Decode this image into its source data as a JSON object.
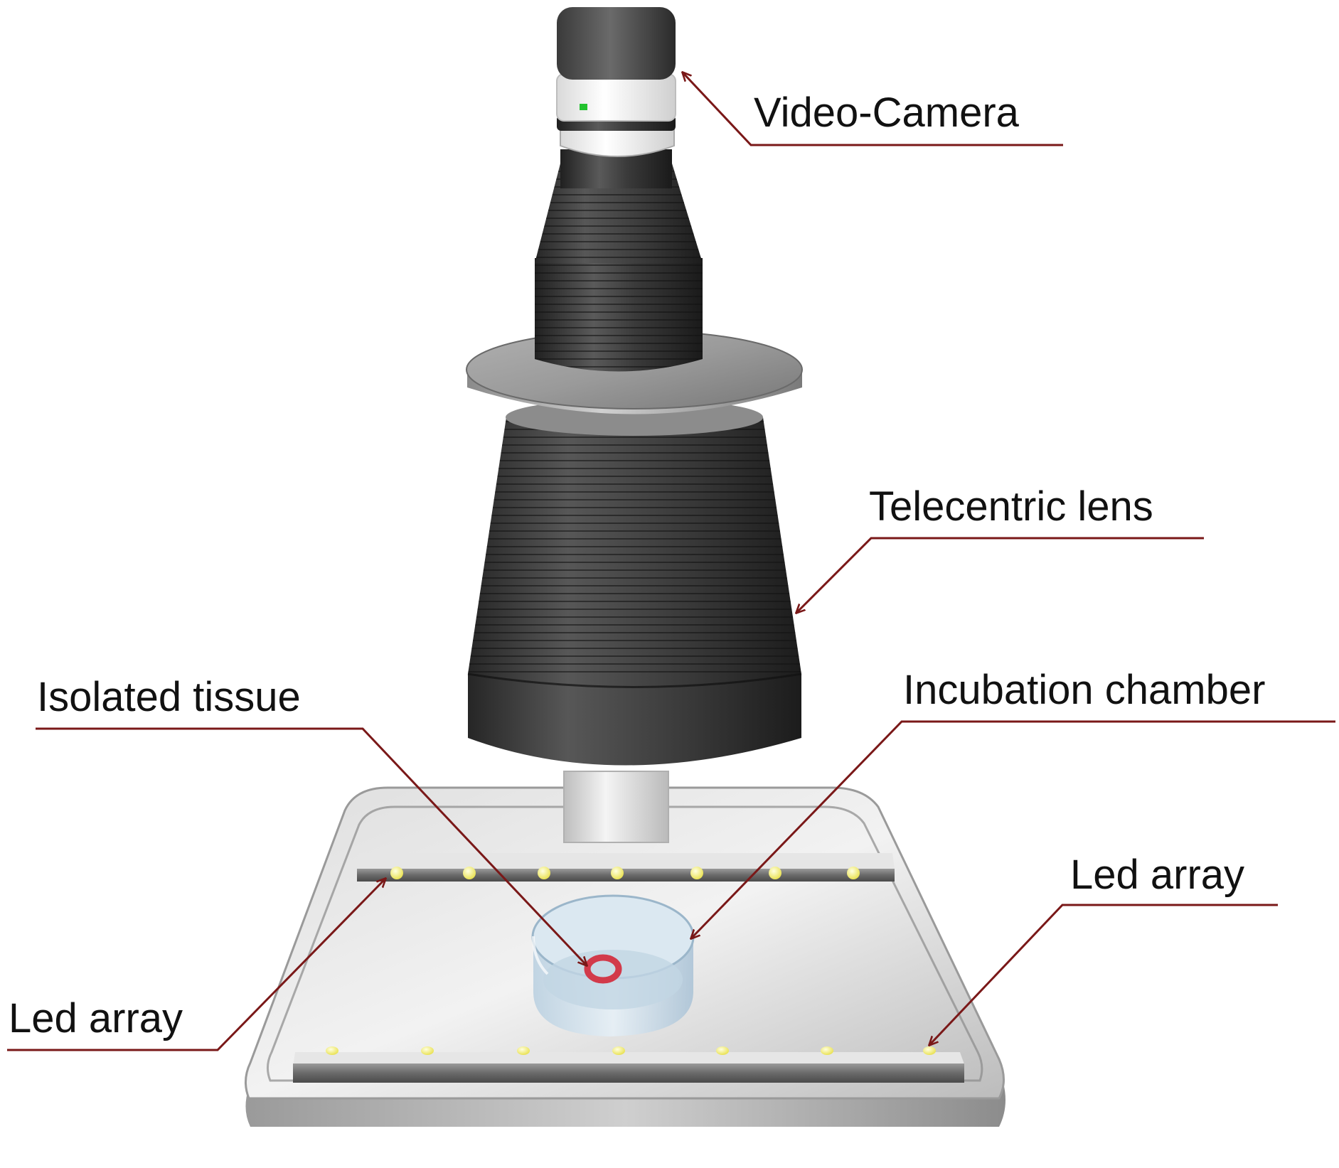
{
  "labels": {
    "video_camera": "Video-Camera",
    "telecentric_lens": "Telecentric lens",
    "isolated_tissue": "Isolated tissue",
    "incubation_chamber": "Incubation chamber",
    "led_array_right": "Led array",
    "led_array_left": "Led array"
  },
  "colors": {
    "leader_line": "#7a1818",
    "camera_indicator": "#22c22e",
    "led": "#f4f07a",
    "tissue_ring": "#d23a4a",
    "lens_body": "#2e2e2e",
    "base_plate": "#c9c9c9"
  }
}
